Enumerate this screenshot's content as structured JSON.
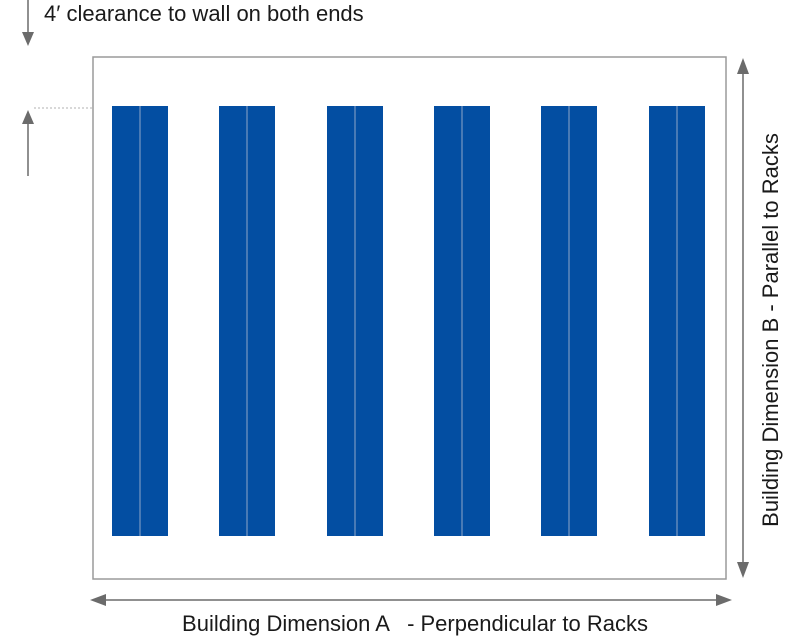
{
  "diagram": {
    "clearance_note": "4′ clearance to wall on both ends",
    "dimension_a_label": "Building Dimension A   - Perpendicular to Racks",
    "dimension_b_label": "Building Dimension B   - Parallel to Racks",
    "rack_count": 6,
    "colors": {
      "rack": "#034EA2",
      "rack_divider": "#8FA6C8",
      "building_outline": "#9a9a9a",
      "arrow": "#6b6b6b",
      "text": "#1a1a1a"
    }
  }
}
